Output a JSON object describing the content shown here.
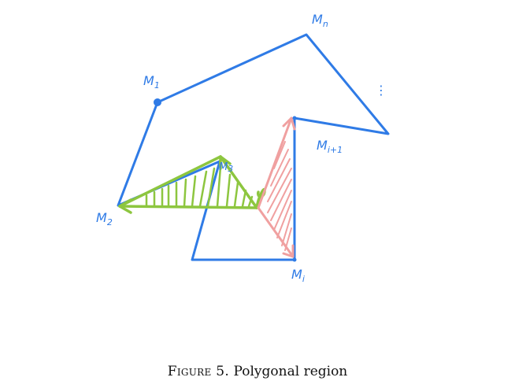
{
  "labels": {
    "m1": "M",
    "m1_sub": "1",
    "m2": "M",
    "m2_sub": "2",
    "m3": "M",
    "m3_sub": "3",
    "mn": "M",
    "mn_sub": "n",
    "mi": "M",
    "mi_sub": "i",
    "mi1": "M",
    "mi1_sub": "i+1",
    "dots": "⋮"
  },
  "caption": {
    "figure_label": "Figure 5.",
    "title": "Polygonal region"
  },
  "colors": {
    "polygon": "#2f7be6",
    "green_triangle": "#8dc63f",
    "red_triangle": "#f0a0a0"
  }
}
